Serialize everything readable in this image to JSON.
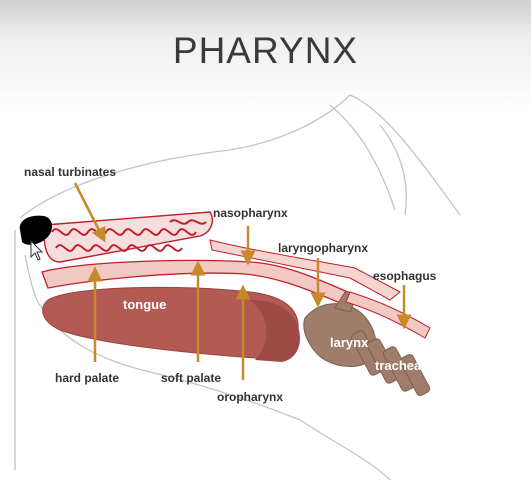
{
  "slide": {
    "title": "PHARYNX"
  },
  "labels": {
    "nasal_turbinates": "nasal turbinates",
    "nasopharynx": "nasopharynx",
    "laryngopharynx": "laryngopharynx",
    "esophagus": "esophagus",
    "tongue": "tongue",
    "larynx": "larynx",
    "trachea": "trachea",
    "hard_palate": "hard palate",
    "soft_palate": "soft palate",
    "oropharynx": "oropharynx"
  },
  "colors": {
    "arrow": "#c8892a",
    "tongue": "#b35a55",
    "turbinate": "#c0202a",
    "cartilage": "#a07d6a",
    "outline": "#bdbdbd",
    "nose": "#000000"
  }
}
